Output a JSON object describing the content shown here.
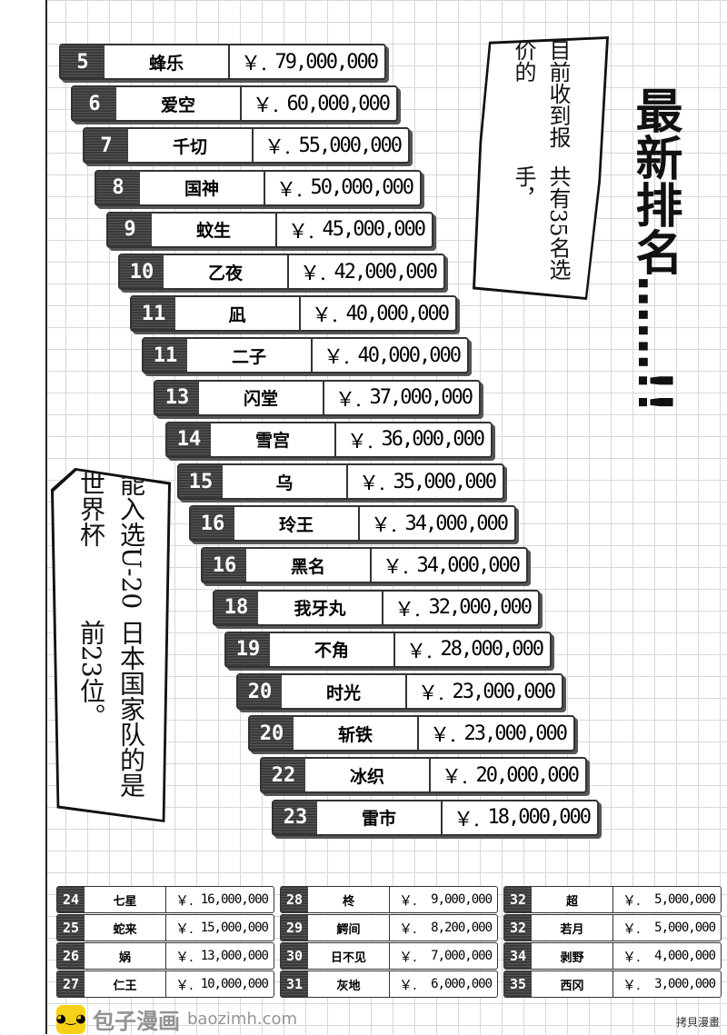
{
  "title": "最新排名……!!",
  "bubble_right": [
    "目前收到报价的",
    "共有35名选手，"
  ],
  "bubble_left": [
    "能入选U-20世界杯",
    "日本国家队的是前23位。"
  ],
  "currency": "￥.",
  "rankings": [
    {
      "rank": "5",
      "name": "蜂乐",
      "price": "79,000,000"
    },
    {
      "rank": "6",
      "name": "爱空",
      "price": "60,000,000"
    },
    {
      "rank": "7",
      "name": "千切",
      "price": "55,000,000"
    },
    {
      "rank": "8",
      "name": "国神",
      "price": "50,000,000"
    },
    {
      "rank": "9",
      "name": "蚊生",
      "price": "45,000,000"
    },
    {
      "rank": "10",
      "name": "乙夜",
      "price": "42,000,000"
    },
    {
      "rank": "11",
      "name": "凪",
      "price": "40,000,000"
    },
    {
      "rank": "11",
      "name": "二子",
      "price": "40,000,000"
    },
    {
      "rank": "13",
      "name": "闪堂",
      "price": "37,000,000"
    },
    {
      "rank": "14",
      "name": "雪宫",
      "price": "36,000,000"
    },
    {
      "rank": "15",
      "name": "乌",
      "price": "35,000,000"
    },
    {
      "rank": "16",
      "name": "玲王",
      "price": "34,000,000"
    },
    {
      "rank": "16",
      "name": "黑名",
      "price": "34,000,000"
    },
    {
      "rank": "18",
      "name": "我牙丸",
      "price": "32,000,000"
    },
    {
      "rank": "19",
      "name": "不角",
      "price": "28,000,000"
    },
    {
      "rank": "20",
      "name": "时光",
      "price": "23,000,000"
    },
    {
      "rank": "20",
      "name": "斩铁",
      "price": "23,000,000"
    },
    {
      "rank": "22",
      "name": "冰织",
      "price": "20,000,000"
    },
    {
      "rank": "23",
      "name": "雷市",
      "price": "18,000,000"
    }
  ],
  "lower_rankings": [
    {
      "rank": "24",
      "name": "七星",
      "price": "16,000,000"
    },
    {
      "rank": "25",
      "name": "蛇来",
      "price": "15,000,000"
    },
    {
      "rank": "26",
      "name": "娲",
      "price": "13,000,000"
    },
    {
      "rank": "27",
      "name": "仁王",
      "price": "10,000,000"
    },
    {
      "rank": "28",
      "name": "柊",
      "price": "9,000,000"
    },
    {
      "rank": "29",
      "name": "鰐间",
      "price": "8,200,000"
    },
    {
      "rank": "30",
      "name": "日不见",
      "price": "7,000,000"
    },
    {
      "rank": "31",
      "name": "灰地",
      "price": "6,000,000"
    },
    {
      "rank": "32",
      "name": "超",
      "price": "5,000,000"
    },
    {
      "rank": "32",
      "name": "若月",
      "price": "5,000,000"
    },
    {
      "rank": "34",
      "name": "剥野",
      "price": "4,000,000"
    },
    {
      "rank": "35",
      "name": "西冈",
      "price": "3,000,000"
    }
  ],
  "watermark": {
    "text": "包子漫画",
    "url": "baozimh.com",
    "small": "拷貝漫畫"
  }
}
